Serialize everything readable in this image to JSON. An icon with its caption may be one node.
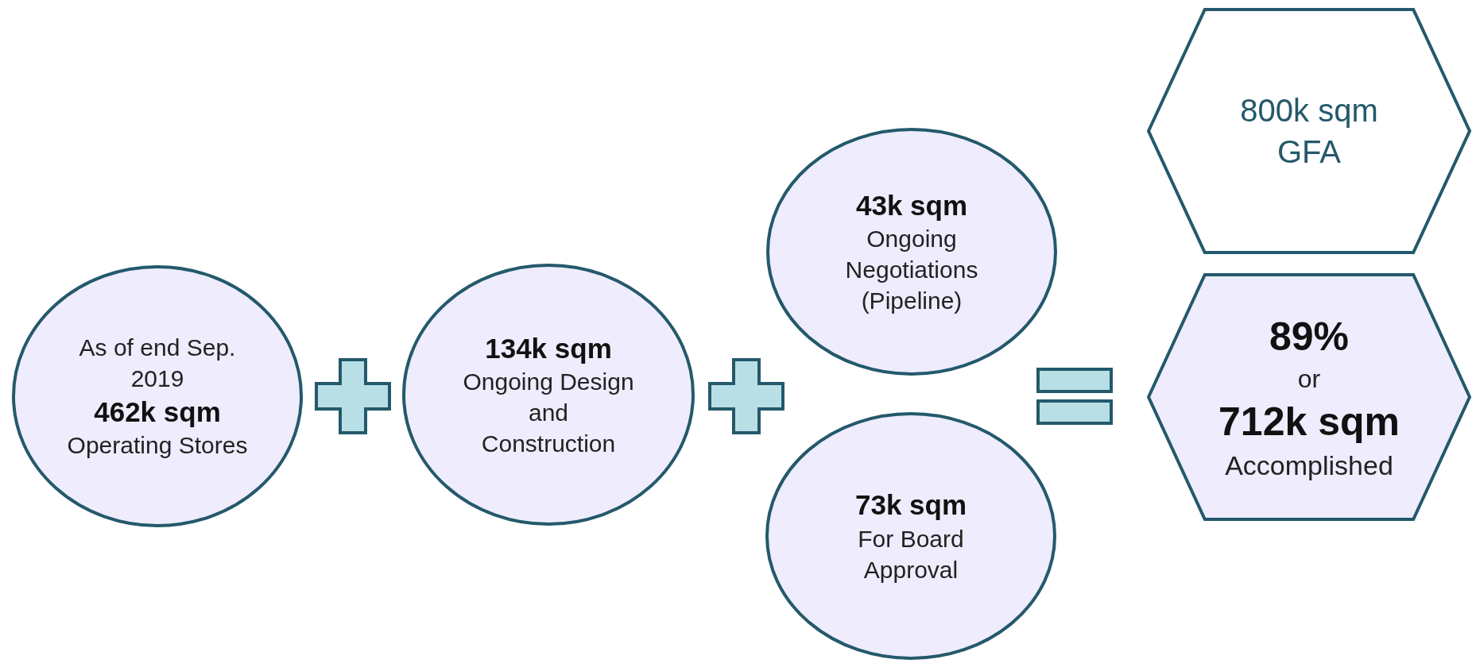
{
  "diagram": {
    "nodes": [
      {
        "text": [
          "As of end Sep. 2019",
          "462k sqm",
          "Operating Stores"
        ]
      },
      {
        "text": [
          "134k sqm",
          "Ongoing Design and Construction"
        ]
      },
      {
        "text": [
          "43k sqm",
          "Ongoing Negotiations (Pipeline)"
        ]
      },
      {
        "text": [
          "73k sqm",
          "For Board Approval"
        ]
      },
      {
        "text": [
          "800k sqm GFA"
        ]
      },
      {
        "text": [
          "89%",
          "or",
          "712k sqm",
          "Accomplished"
        ]
      }
    ]
  }
}
